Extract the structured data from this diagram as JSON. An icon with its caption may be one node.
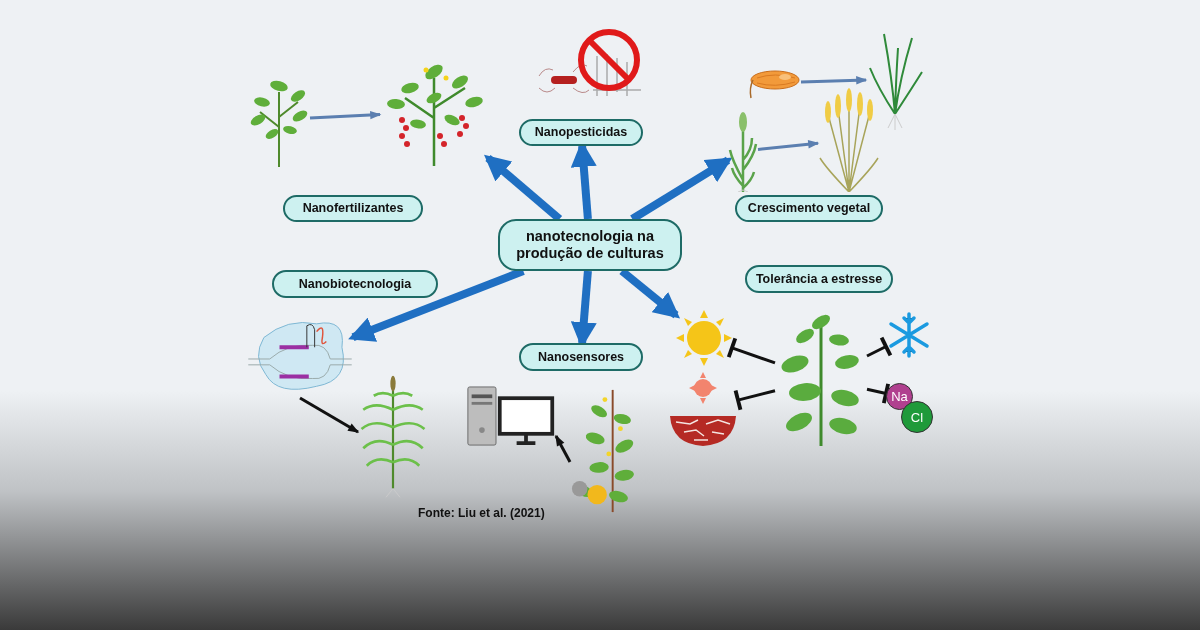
{
  "diagram": {
    "nodes": [
      {
        "text": [
          "nanotecnologia na produção de culturas"
        ]
      },
      {
        "text": [
          "Nanopesticidas"
        ]
      },
      {
        "text": [
          "Nanofertilizantes"
        ]
      },
      {
        "text": [
          "Crescimento vegetal"
        ]
      },
      {
        "text": [
          "Nanobiotecnologia"
        ]
      },
      {
        "text": [
          "Tolerância a estresse"
        ]
      },
      {
        "text": [
          "Nanosensores"
        ]
      },
      {
        "text": [],
        "shape": "picture"
      },
      {
        "text": [],
        "shape": "picture"
      },
      {
        "text": [],
        "shape": "picture"
      },
      {
        "text": [],
        "shape": "picture"
      },
      {
        "text": [],
        "shape": "picture"
      },
      {
        "text": [],
        "shape": "picture"
      },
      {
        "text": [],
        "shape": "picture"
      },
      {
        "text": [],
        "shape": "picture"
      },
      {
        "text": [],
        "shape": "picture"
      },
      {
        "text": [],
        "shape": "picture"
      },
      {
        "text": [],
        "shape": "picture"
      },
      {
        "text": [],
        "shape": "picture"
      },
      {
        "text": [],
        "shape": "picture"
      },
      {
        "text": [],
        "shape": "picture"
      },
      {
        "text": [],
        "shape": "picture"
      },
      {
        "text": [
          "Na"
        ]
      },
      {
        "text": [
          "Cl"
        ]
      }
    ],
    "edges": [
      {
        "from": 0,
        "to": 1,
        "arrow": "to",
        "style": "thick",
        "color": "#1f6fc2"
      },
      {
        "from": 0,
        "to": 8,
        "arrow": "to",
        "style": "thick",
        "color": "#1f6fc2"
      },
      {
        "from": 0,
        "to": 12,
        "arrow": "to",
        "style": "thick",
        "color": "#1f6fc2"
      },
      {
        "from": 0,
        "to": 14,
        "arrow": "to",
        "style": "thick",
        "color": "#1f6fc2"
      },
      {
        "from": 0,
        "to": 18,
        "arrow": "to",
        "style": "thick",
        "color": "#1f6fc2"
      },
      {
        "from": 0,
        "to": 6,
        "arrow": "to",
        "style": "thick",
        "color": "#1f6fc2"
      },
      {
        "from": 7,
        "to": 8,
        "arrow": "to",
        "color": "#5b7fb0"
      },
      {
        "from": 10,
        "to": 11,
        "arrow": "to",
        "color": "#5b7fb0"
      },
      {
        "from": 12,
        "to": 13,
        "arrow": "to",
        "color": "#5b7fb0"
      },
      {
        "from": 14,
        "to": 15,
        "arrow": "to",
        "color": "#111111"
      },
      {
        "from": 17,
        "to": 16,
        "arrow": "to",
        "color": "#111111"
      },
      {
        "from": 20,
        "to": 18,
        "arrow": "other",
        "color": "#111111"
      },
      {
        "from": 20,
        "to": 19,
        "arrow": "other",
        "color": "#111111"
      },
      {
        "from": 20,
        "to": 21,
        "arrow": "other",
        "color": "#111111"
      },
      {
        "from": 20,
        "to": 22,
        "arrow": "other",
        "color": "#111111"
      }
    ],
    "labels": [
      "Fonte: Liu et al. (2021)"
    ]
  }
}
